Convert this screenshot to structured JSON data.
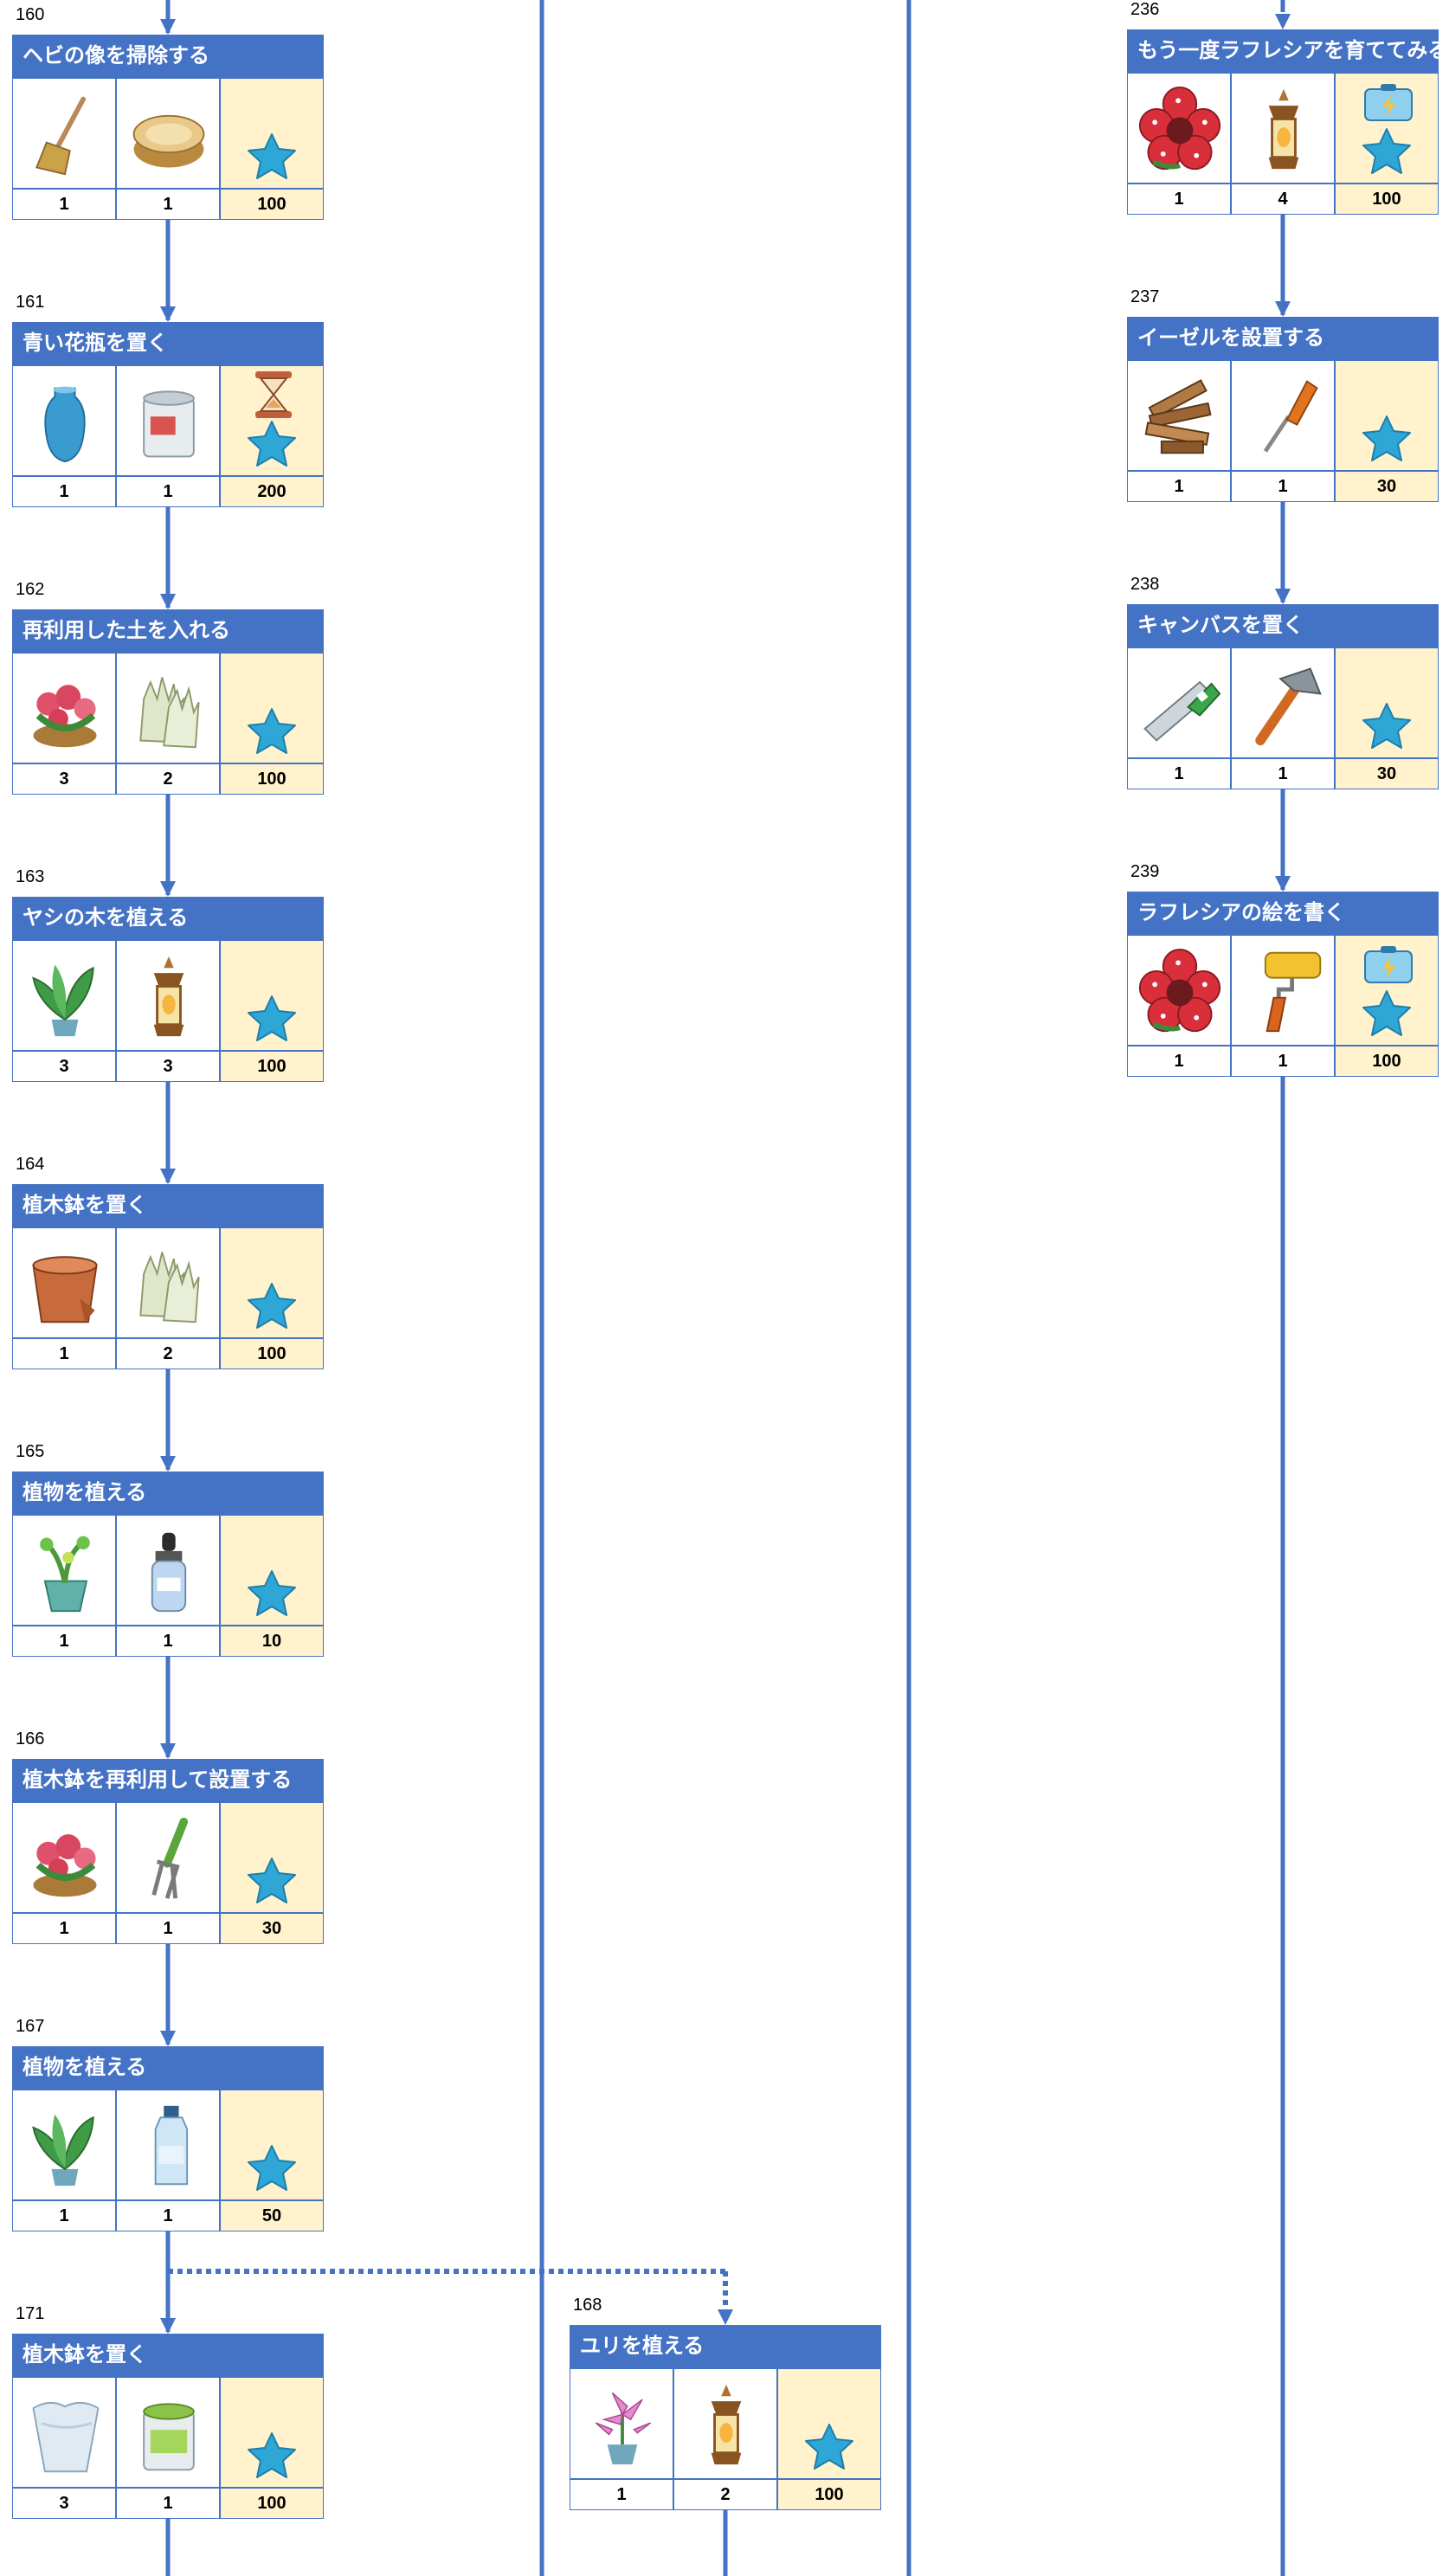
{
  "colors": {
    "header": "#4472c4",
    "line": "#4472c4",
    "reward_bg": "#fff2cc",
    "star": "#2fa7d6"
  },
  "tasks": [
    {
      "id": "160",
      "title": "ヘビの像を掃除する",
      "items": [
        {
          "icon": "broom-icon",
          "qty": "1"
        },
        {
          "icon": "polish-tin-icon",
          "qty": "1"
        }
      ],
      "reward": {
        "extra": "",
        "amount": "100"
      }
    },
    {
      "id": "161",
      "title": "青い花瓶を置く",
      "items": [
        {
          "icon": "blue-vase-icon",
          "qty": "1"
        },
        {
          "icon": "paint-can-icon",
          "qty": "1"
        }
      ],
      "reward": {
        "extra": "hourglass-icon",
        "amount": "200"
      }
    },
    {
      "id": "162",
      "title": "再利用した土を入れる",
      "items": [
        {
          "icon": "flower-basket-icon",
          "qty": "3"
        },
        {
          "icon": "gloves-icon",
          "qty": "2"
        }
      ],
      "reward": {
        "extra": "",
        "amount": "100"
      }
    },
    {
      "id": "163",
      "title": "ヤシの木を植える",
      "items": [
        {
          "icon": "potted-plant-icon",
          "qty": "3"
        },
        {
          "icon": "lantern-icon",
          "qty": "3"
        }
      ],
      "reward": {
        "extra": "",
        "amount": "100"
      }
    },
    {
      "id": "164",
      "title": "植木鉢を置く",
      "items": [
        {
          "icon": "clay-pot-icon",
          "qty": "1"
        },
        {
          "icon": "gloves-icon",
          "qty": "2"
        }
      ],
      "reward": {
        "extra": "",
        "amount": "100"
      }
    },
    {
      "id": "165",
      "title": "植物を植える",
      "items": [
        {
          "icon": "sprout-pot-icon",
          "qty": "1"
        },
        {
          "icon": "dropper-bottle-icon",
          "qty": "1"
        }
      ],
      "reward": {
        "extra": "",
        "amount": "10"
      }
    },
    {
      "id": "166",
      "title": "植木鉢を再利用して設置する",
      "items": [
        {
          "icon": "flower-basket-icon",
          "qty": "1"
        },
        {
          "icon": "garden-fork-icon",
          "qty": "1"
        }
      ],
      "reward": {
        "extra": "",
        "amount": "30"
      }
    },
    {
      "id": "167",
      "title": "植物を植える",
      "items": [
        {
          "icon": "potted-plant-icon",
          "qty": "1"
        },
        {
          "icon": "water-bottle-icon",
          "qty": "1"
        }
      ],
      "reward": {
        "extra": "",
        "amount": "50"
      }
    },
    {
      "id": "171",
      "title": "植木鉢を置く",
      "items": [
        {
          "icon": "glass-vase-icon",
          "qty": "3"
        },
        {
          "icon": "green-paint-can-icon",
          "qty": "1"
        }
      ],
      "reward": {
        "extra": "",
        "amount": "100"
      }
    },
    {
      "id": "168",
      "title": "ユリを植える",
      "items": [
        {
          "icon": "lily-pot-icon",
          "qty": "1"
        },
        {
          "icon": "lantern-icon",
          "qty": "2"
        }
      ],
      "reward": {
        "extra": "",
        "amount": "100"
      }
    },
    {
      "id": "236",
      "title": "もう一度ラフレシアを育ててみる",
      "items": [
        {
          "icon": "rafflesia-icon",
          "qty": "1"
        },
        {
          "icon": "lantern-icon",
          "qty": "4"
        }
      ],
      "reward": {
        "extra": "energy-case-icon",
        "amount": "100"
      }
    },
    {
      "id": "237",
      "title": "イーゼルを設置する",
      "items": [
        {
          "icon": "wood-planks-icon",
          "qty": "1"
        },
        {
          "icon": "screwdriver-icon",
          "qty": "1"
        }
      ],
      "reward": {
        "extra": "",
        "amount": "30"
      }
    },
    {
      "id": "238",
      "title": "キャンバスを置く",
      "items": [
        {
          "icon": "saw-icon",
          "qty": "1"
        },
        {
          "icon": "hammer-icon",
          "qty": "1"
        }
      ],
      "reward": {
        "extra": "",
        "amount": "30"
      }
    },
    {
      "id": "239",
      "title": "ラフレシアの絵を書く",
      "items": [
        {
          "icon": "rafflesia-icon",
          "qty": "1"
        },
        {
          "icon": "paint-roller-icon",
          "qty": "1"
        }
      ],
      "reward": {
        "extra": "energy-case-icon",
        "amount": "100"
      }
    }
  ]
}
